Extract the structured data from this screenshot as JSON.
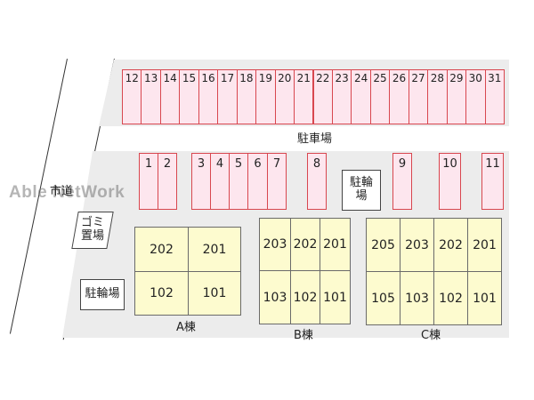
{
  "watermark": "Able NetWork",
  "road_label": "市道",
  "parking_label": "駐車場",
  "top_stalls": [
    "12",
    "13",
    "14",
    "15",
    "16",
    "17",
    "18",
    "19",
    "20",
    "21",
    "22",
    "23",
    "24",
    "25",
    "26",
    "27",
    "28",
    "29",
    "30",
    "31"
  ],
  "mid_stalls": [
    "1",
    "2",
    "3",
    "4",
    "5",
    "6",
    "7",
    "8",
    "9",
    "10",
    "11"
  ],
  "bike_parking_center": "駐輪場",
  "bike_parking_left": "駐輪場",
  "garbage": "ゴミ置場",
  "building_a": {
    "label": "A棟",
    "units": [
      "202",
      "201",
      "102",
      "101"
    ]
  },
  "building_b": {
    "label": "B棟",
    "units": [
      "203",
      "202",
      "201",
      "103",
      "102",
      "101"
    ]
  },
  "building_c": {
    "label": "C棟",
    "units": [
      "205",
      "203",
      "202",
      "201",
      "105",
      "103",
      "102",
      "101"
    ]
  },
  "colors": {
    "stall_fill": "#fde6ee",
    "stall_border": "#d8474f",
    "building_fill": "#fdfbcf",
    "lot": "#ececec"
  }
}
